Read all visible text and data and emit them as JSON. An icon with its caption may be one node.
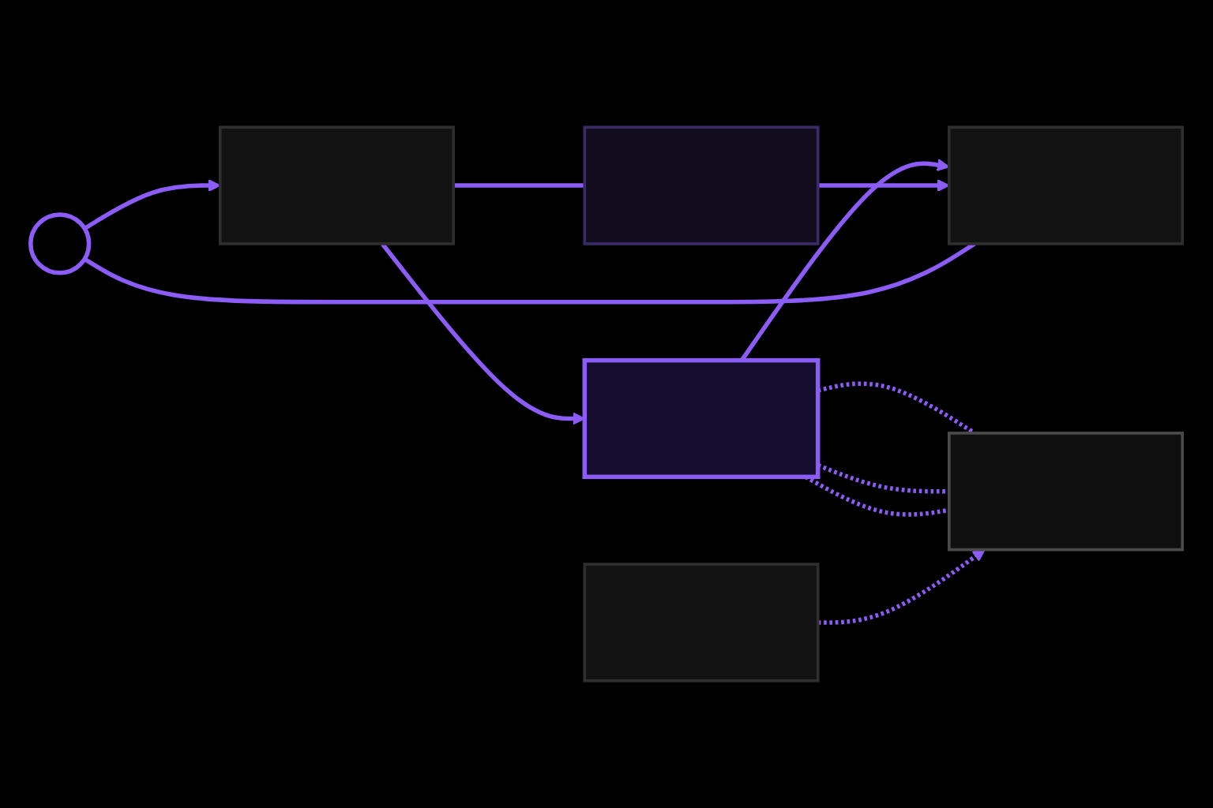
{
  "diagram": {
    "nodes": [
      {
        "text": [],
        "shape": "circle"
      },
      {
        "text": [],
        "shape": "box"
      },
      {
        "text": [],
        "shape": "box"
      },
      {
        "text": [],
        "shape": "box"
      },
      {
        "text": [],
        "shape": "box"
      },
      {
        "text": [],
        "shape": "box"
      },
      {
        "text": [],
        "shape": "box"
      }
    ],
    "edges": [
      {
        "from": 1,
        "to": 2,
        "arrow": "to"
      },
      {
        "from": 2,
        "to": 3,
        "arrow": "to"
      },
      {
        "from": 2,
        "to": 4,
        "arrow": "none",
        "style": "dashed"
      },
      {
        "from": 2,
        "to": 4,
        "arrow": "none",
        "style": "dashed"
      },
      {
        "from": 2,
        "to": 4,
        "arrow": "none",
        "style": "dashed"
      },
      {
        "from": 5,
        "to": 4,
        "arrow": "to",
        "style": "dashed"
      },
      {
        "from": 3,
        "to": 0,
        "arrow": "none"
      },
      {
        "from": 0,
        "to": 1,
        "arrow": "to"
      },
      {
        "from": 1,
        "to": 6,
        "arrow": "none"
      },
      {
        "from": 6,
        "to": 3,
        "arrow": "to"
      }
    ]
  }
}
